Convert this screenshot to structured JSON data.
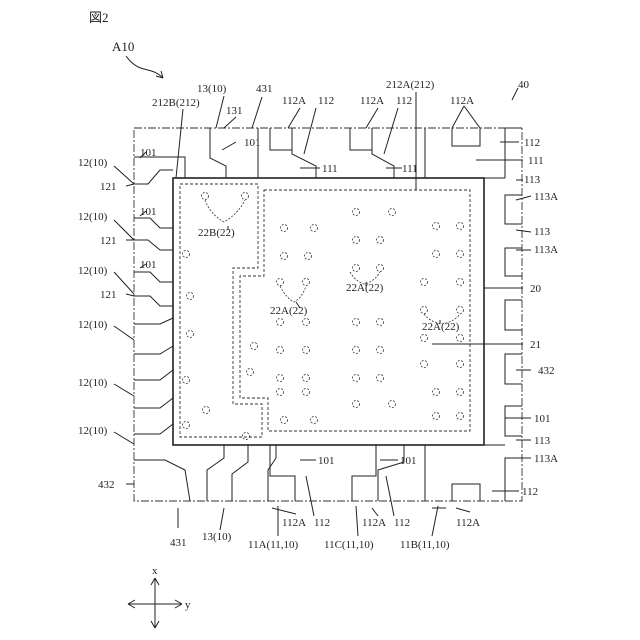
{
  "figure": {
    "title": "図2",
    "assembly_label": "A10"
  },
  "labels": {
    "l_13_10_top": "13(10)",
    "l_431_top": "431",
    "l_131": "131",
    "l_212B": "212B(212)",
    "l_112A_t1": "112A",
    "l_112_t1": "112",
    "l_112A_t2": "112A",
    "l_112_t2": "112",
    "l_212A": "212A(212)",
    "l_112A_t3": "112A",
    "l_40": "40",
    "l_101_a": "101",
    "l_101_b": "101",
    "l_101_c": "101",
    "l_101_d": "101",
    "l_111_a": "111",
    "l_111_b": "111",
    "l_112_r1": "112",
    "l_111_r": "111",
    "l_113_r1": "113",
    "l_113A_r1": "113A",
    "l_113_r2": "113",
    "l_113A_r2": "113A",
    "l_20": "20",
    "l_21": "21",
    "l_432_r": "432",
    "l_101_r": "101",
    "l_113_r3": "113",
    "l_113A_r3": "113A",
    "l_112_r2": "112",
    "l_12_10_a": "12(10)",
    "l_121_a": "121",
    "l_12_10_b": "12(10)",
    "l_121_b": "121",
    "l_12_10_c": "12(10)",
    "l_121_c": "121",
    "l_12_10_d": "12(10)",
    "l_12_10_e": "12(10)",
    "l_12_10_f": "12(10)",
    "l_432_l": "432",
    "l_22B": "22B(22)",
    "l_22A_a": "22A(22)",
    "l_22A_b": "22A(22)",
    "l_22A_c": "22A(22)",
    "l_101_b1": "101",
    "l_101_b2": "101",
    "l_431_bottom": "431",
    "l_13_10_bottom": "13(10)",
    "l_112A_b1": "112A",
    "l_112_b1": "112",
    "l_112A_b2": "112A",
    "l_112_b2": "112",
    "l_112A_b3": "112A",
    "l_11A": "11A(11,10)",
    "l_11C": "11C(11,10)",
    "l_11B": "11B(11,10)",
    "l_axis_x": "x",
    "l_axis_y": "y"
  }
}
